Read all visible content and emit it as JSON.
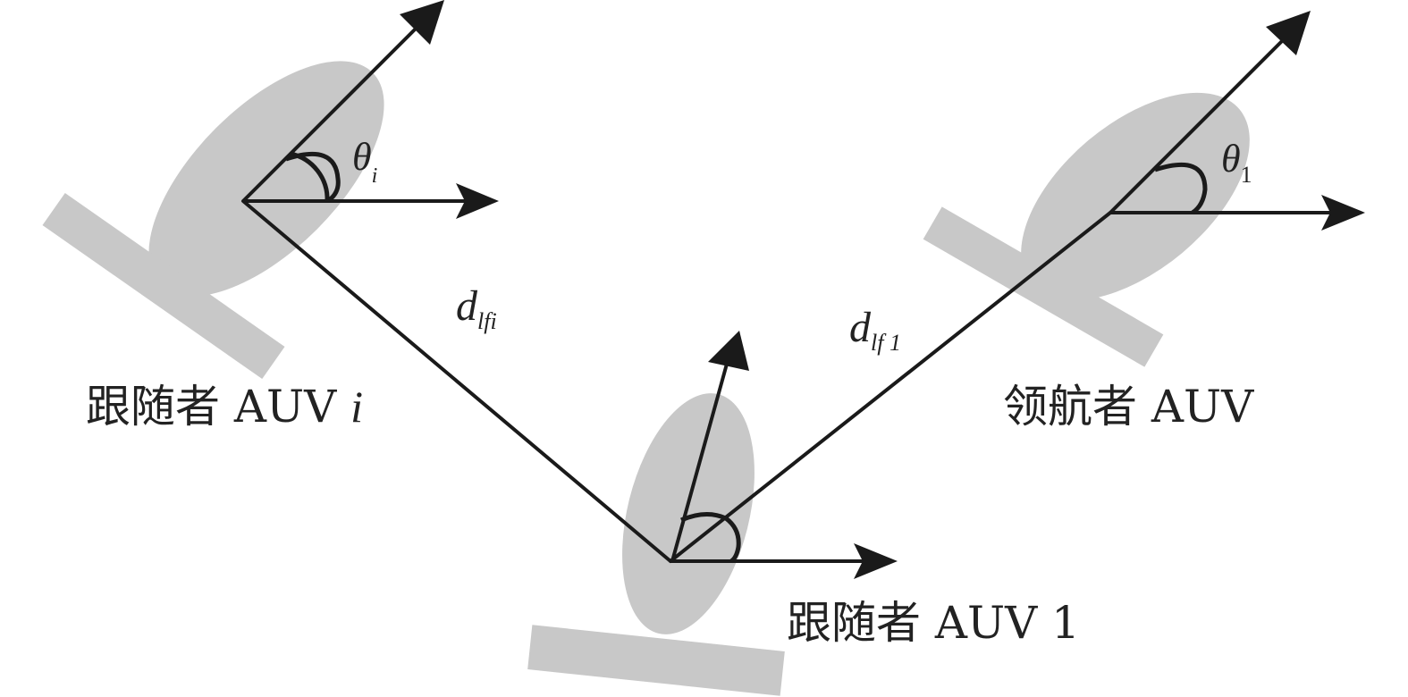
{
  "diagram": {
    "vehicles": {
      "follower_i": {
        "label": "跟随者 AUV ",
        "label_italic": "i",
        "angle_symbol": "θ",
        "angle_sub": "i"
      },
      "leader": {
        "label": "领航者 AUV",
        "angle_symbol": "θ",
        "angle_sub": "1"
      },
      "follower_1": {
        "label": "跟随者 AUV 1"
      }
    },
    "distances": {
      "d_lfi": {
        "symbol": "d",
        "sub": "lfi"
      },
      "d_lf1": {
        "symbol": "d",
        "sub": "lf 1"
      }
    },
    "colors": {
      "vehicle": "#c8c8c8",
      "line": "#1a1a1a"
    }
  }
}
